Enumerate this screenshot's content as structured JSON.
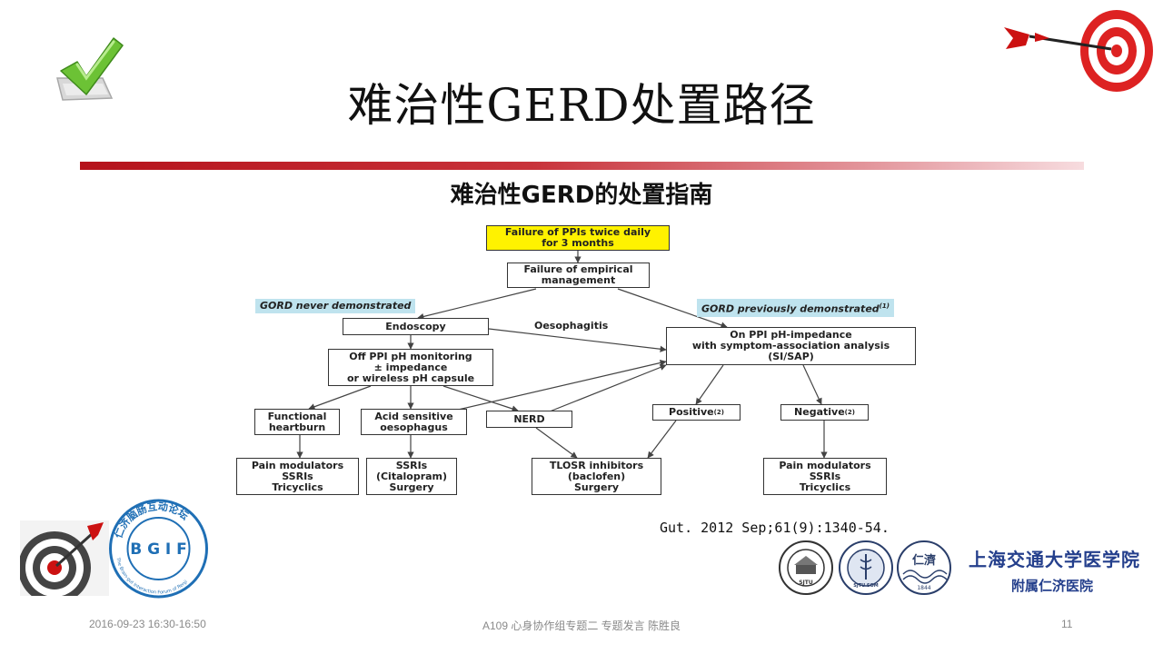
{
  "slide": {
    "title": "难治性GERD处置路径",
    "subtitle": "难治性GERD的处置指南",
    "citation": "Gut. 2012 Sep;61(9):1340-54."
  },
  "flowchart": {
    "start": "Failure of PPIs twice daily\nfor 3 months",
    "empirical": "Failure of empirical\nmanagement",
    "tag_never": "GORD never demonstrated",
    "tag_prev": "GORD previously demonstrated",
    "tag_prev_sup": "(1)",
    "endoscopy": "Endoscopy",
    "oesophagitis": "Oesophagitis",
    "off_ppi": "Off PPI pH monitoring\n± impedance\nor wireless pH capsule",
    "on_ppi": "On PPI pH-impedance\nwith symptom-association analysis\n(SI/SAP)",
    "functional": "Functional\nheartburn",
    "acid": "Acid sensitive\noesophagus",
    "nerd": "NERD",
    "positive": "Positive",
    "positive_sup": "(2)",
    "negative": "Negative",
    "negative_sup": "(2)",
    "pain_left": "Pain modulators\nSSRIs\nTricyclics",
    "ssri": "SSRIs\n(Citalopram)\nSurgery",
    "tlosr": "TLOSR inhibitors\n(baclofen)\nSurgery",
    "pain_right": "Pain modulators\nSSRIs\nTricyclics"
  },
  "logos": {
    "forum_center": "B G I F",
    "forum_ring": "仁济脑肠互动论坛",
    "forum_ring_en": "The Brain-gut Interaction Forum of Renji",
    "seal1": "SJTU",
    "seal2": "SJTU SOM",
    "seal3_name": "仁濟",
    "seal3_year": "1844",
    "university": "上海交通大学医学院",
    "hospital": "附属仁济医院"
  },
  "footer": {
    "datetime": "2016-09-23 16:30-16:50",
    "session": "A109 心身协作组专题二 专题发言 陈胜良",
    "page": "11"
  },
  "colors": {
    "accent_red": "#b5121b",
    "highlight_yellow": "#fff200",
    "tag_blue": "#bfe3ee",
    "check_green": "#6cc235",
    "logo_blue": "#243f8c"
  }
}
